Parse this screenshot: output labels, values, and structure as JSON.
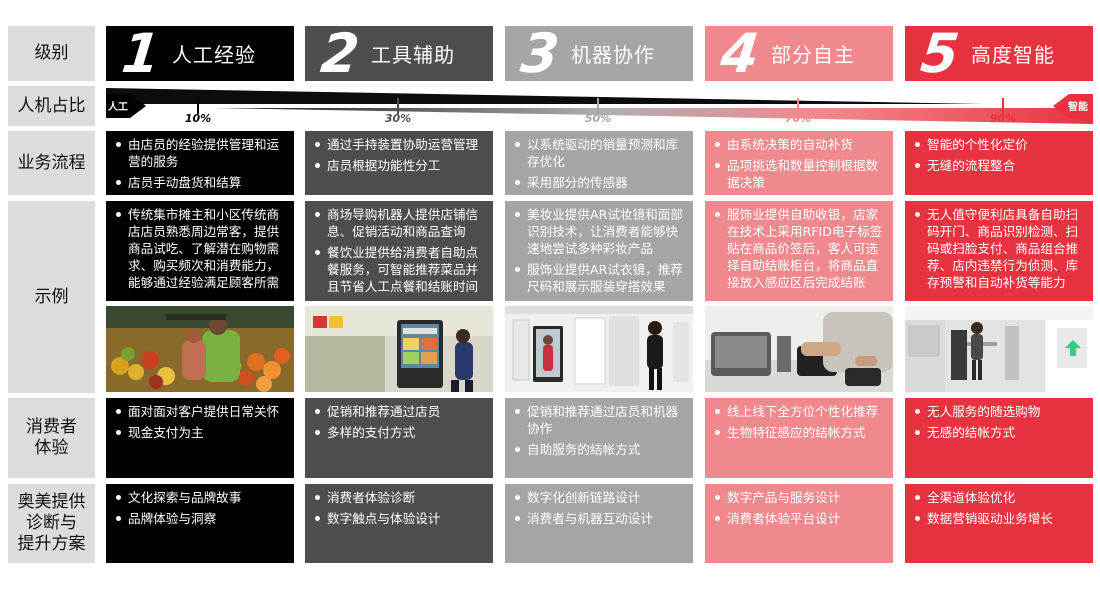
{
  "row_labels": {
    "level": "级别",
    "ratio": "人机占比",
    "process": "业务流程",
    "example": "示例",
    "experience_l1": "消费者",
    "experience_l2": "体验",
    "solution_l1": "奥美提供",
    "solution_l2": "诊断与",
    "solution_l3": "提升方案"
  },
  "ratio_bar": {
    "left_label": "人工",
    "right_label": "智能"
  },
  "levels": [
    {
      "number": "1",
      "title": "人工经验",
      "ratio": "10%",
      "color": "#000000",
      "process": [
        "由店员的经验提供管理和运营的服务",
        "店员手动盘货和结算"
      ],
      "example": [
        "传统集市摊主和小区传统商店店员熟悉周边常客，提供商品试吃、了解潜在购物需求、购买频次和消费能力，能够通过经验满足顾客所需"
      ],
      "experience": [
        "面对面对客户提供日常关怀",
        "现金支付为主"
      ],
      "solution": [
        "文化探索与品牌故事",
        "品牌体验与洞察"
      ]
    },
    {
      "number": "2",
      "title": "工具辅助",
      "ratio": "30%",
      "color": "#4d4e50",
      "process": [
        "通过手持装置协助运营管理",
        "店员根据功能性分工"
      ],
      "example": [
        "商场导购机器人提供店铺信息、促销活动和商品查询",
        "餐饮业提供给消费者自助点餐服务，可智能推荐菜品并且节省人工点餐和结账时间"
      ],
      "experience": [
        "促销和推荐通过店员",
        "多样的支付方式"
      ],
      "solution": [
        "消费者体验诊断",
        "数字触点与体验设计"
      ]
    },
    {
      "number": "3",
      "title": "机器协作",
      "ratio": "50%",
      "color": "#a5a5a6",
      "process": [
        "以系统驱动的销量预测和库存优化",
        "采用部分的传感器"
      ],
      "example": [
        "美妆业提供AR试妆镜和面部识别技术，让消费者能够快速地尝试多种彩妆产品",
        "服饰业提供AR试衣镜，推荐尺码和展示服装穿搭效果"
      ],
      "experience": [
        "促销和推荐通过店员和机器协作",
        "自助服务的结帐方式"
      ],
      "solution": [
        "数字化创新链路设计",
        "消费者与机器互动设计"
      ]
    },
    {
      "number": "4",
      "title": "部分自主",
      "ratio": "70%",
      "color": "#f0898d",
      "process": [
        "由系统决策的自动补货",
        "品项挑选和数量控制根据数据决策"
      ],
      "example": [
        "服饰业提供自助收银，店家在技术上采用RFID电子标签贴在商品价签后，客人可选择自助结账柜台，将商品直接放入感应区后完成结账"
      ],
      "experience": [
        "线上线下全方位个性化推荐",
        "生物特征感应的结帐方式"
      ],
      "solution": [
        "数字产品与服务设计",
        "消费者体验平台设计"
      ]
    },
    {
      "number": "5",
      "title": "高度智能",
      "ratio": "90%",
      "color": "#e8323f",
      "process": [
        "智能的个性化定价",
        "无缝的流程整合"
      ],
      "example": [
        "无人值守便利店具备自助扫码开门、商品识别检测、扫码或扫脸支付、商品组合推荐、店内违禁行为侦测、库存预警和自动补货等能力"
      ],
      "experience": [
        "无人服务的随选购物",
        "无感的结帐方式"
      ],
      "solution": [
        "全渠道体验优化",
        "数据营销驱动业务增长"
      ]
    }
  ]
}
